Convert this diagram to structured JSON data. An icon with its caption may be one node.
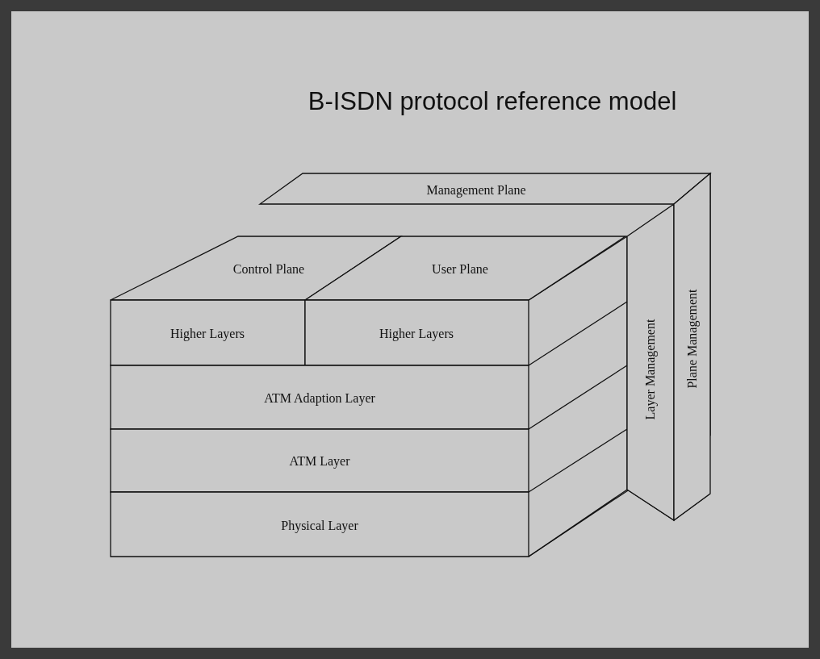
{
  "diagram": {
    "title": "B-ISDN protocol reference model",
    "nodes": [
      {
        "text": [
          "Management Plane"
        ]
      },
      {
        "text": [
          "Control Plane"
        ]
      },
      {
        "text": [
          "User Plane"
        ]
      },
      {
        "text": [
          "Higher Layers"
        ]
      },
      {
        "text": [
          "Higher Layers"
        ]
      },
      {
        "text": [
          "ATM Adaption Layer"
        ]
      },
      {
        "text": [
          "ATM Layer"
        ]
      },
      {
        "text": [
          "Physical Layer"
        ]
      },
      {
        "text": [
          "Layer Management"
        ]
      },
      {
        "text": [
          "Plane Management"
        ]
      }
    ],
    "edges": []
  }
}
